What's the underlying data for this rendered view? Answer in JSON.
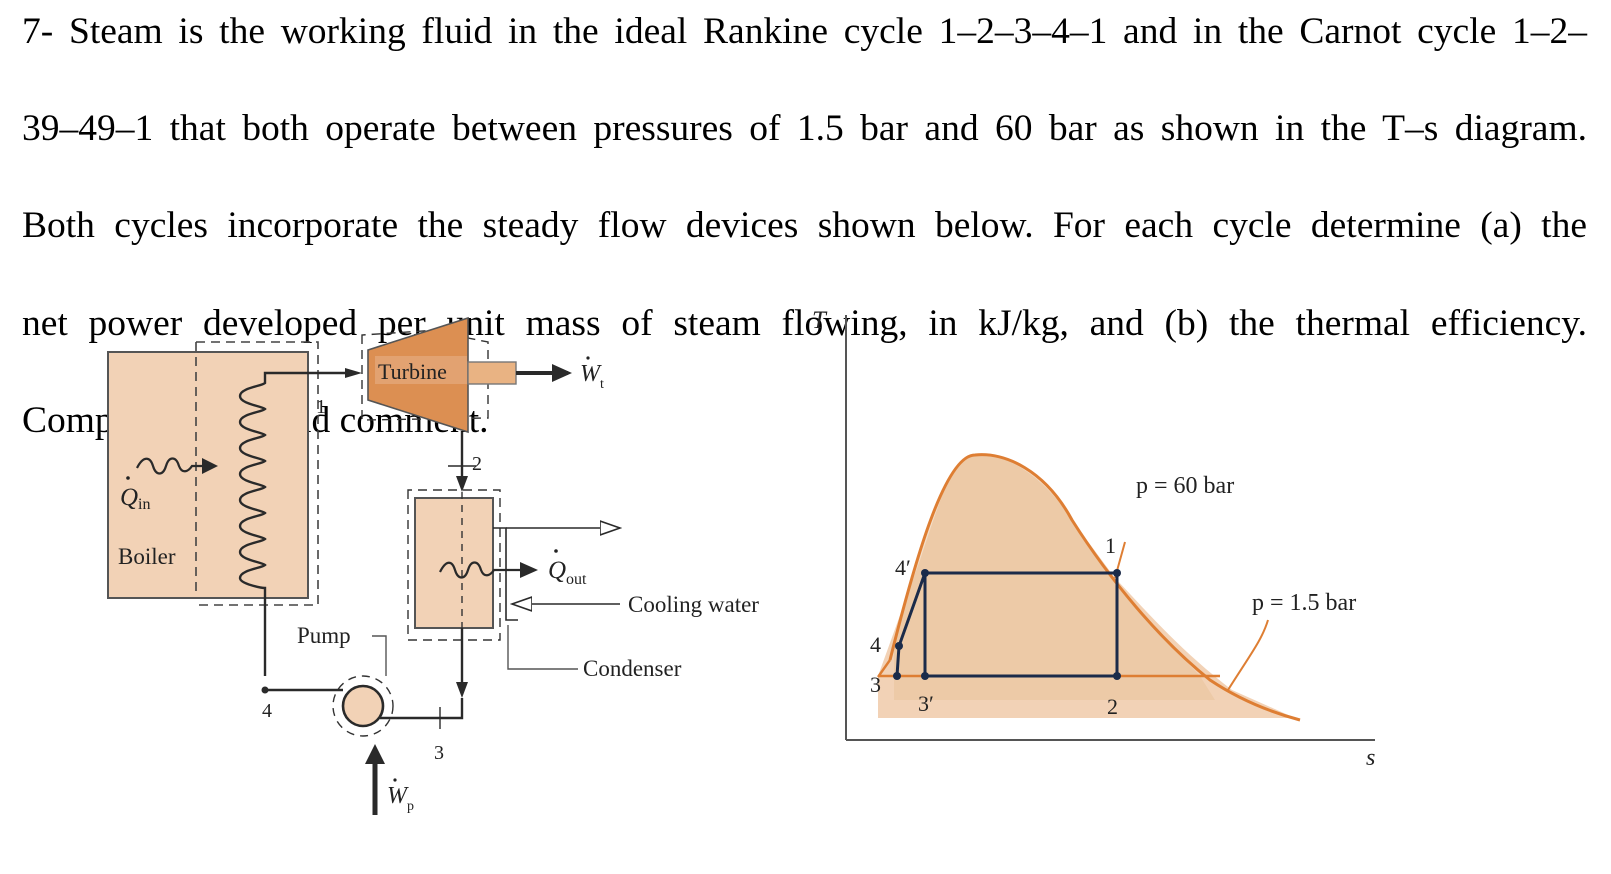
{
  "problem": {
    "line1": "7- Steam is the working fluid in the ideal Rankine cycle 1–2–3–4–1 and in the Carnot cycle 1–2–",
    "line2": "39–49–1 that both operate between pressures of 1.5 bar and 60 bar as shown in the T–s diagram.",
    "line3": "Both cycles incorporate the steady flow devices shown below. For each cycle determine (a) the",
    "line4": "net power developed per unit mass of steam flowing, in kJ/kg, and (b) the thermal efficiency.",
    "line5": "Compare results and comment."
  },
  "schematic": {
    "boiler": "Boiler",
    "turbine": "Turbine",
    "pump": "Pump",
    "condenser": "Condenser",
    "cooling_water": "Cooling water",
    "q_in": "Q",
    "q_in_sub": "in",
    "q_out": "Q",
    "q_out_sub": "out",
    "w_t": "W",
    "w_t_sub": "t",
    "w_p": "W",
    "w_p_sub": "p",
    "state1": "1",
    "state2": "2",
    "state3": "3",
    "state4": "4"
  },
  "ts_diagram": {
    "t_axis": "T",
    "s_axis": "s",
    "p_high": "p = 60 bar",
    "p_low": "p = 1.5 bar",
    "pt1": "1",
    "pt2": "2",
    "pt3": "3",
    "pt4": "4",
    "pt3p": "3′",
    "pt4p": "4′"
  },
  "colors": {
    "fill": "#f2d2b6",
    "dome": "#e8b98c",
    "turbine": "#dc8f52",
    "curve": "#de7e33",
    "line": "#2a2a2a"
  }
}
